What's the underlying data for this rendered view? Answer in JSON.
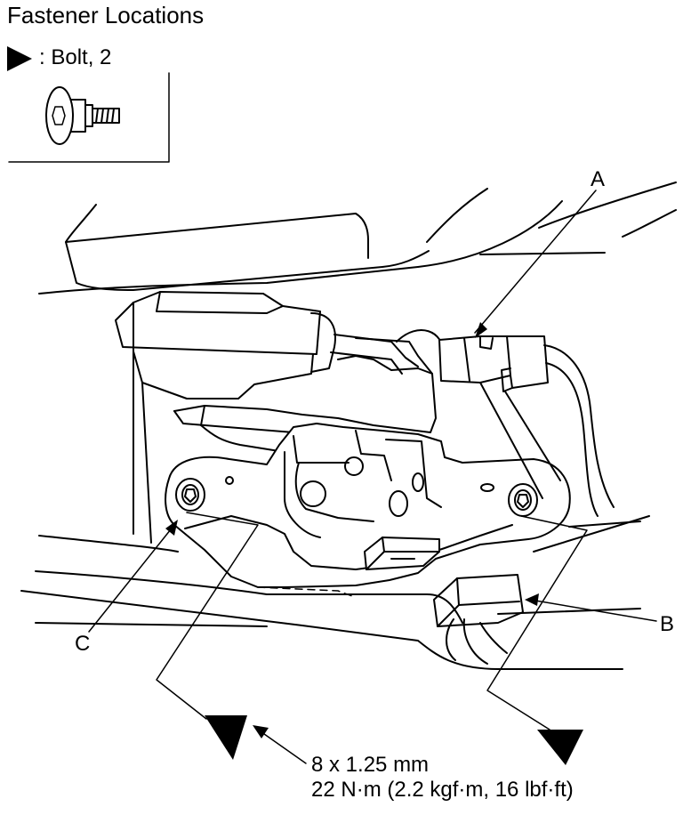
{
  "title": "Fastener Locations",
  "legend": {
    "symbol": "filled-triangle-arrow",
    "text": ": Bolt, 2"
  },
  "callouts": {
    "a": "A",
    "b": "B",
    "c": "C"
  },
  "spec": {
    "line1": "8 x 1.25 mm",
    "line2": "22 N·m (2.2 kgf·m, 16 lbf·ft)"
  },
  "colors": {
    "ink": "#000000",
    "paper": "#ffffff"
  }
}
